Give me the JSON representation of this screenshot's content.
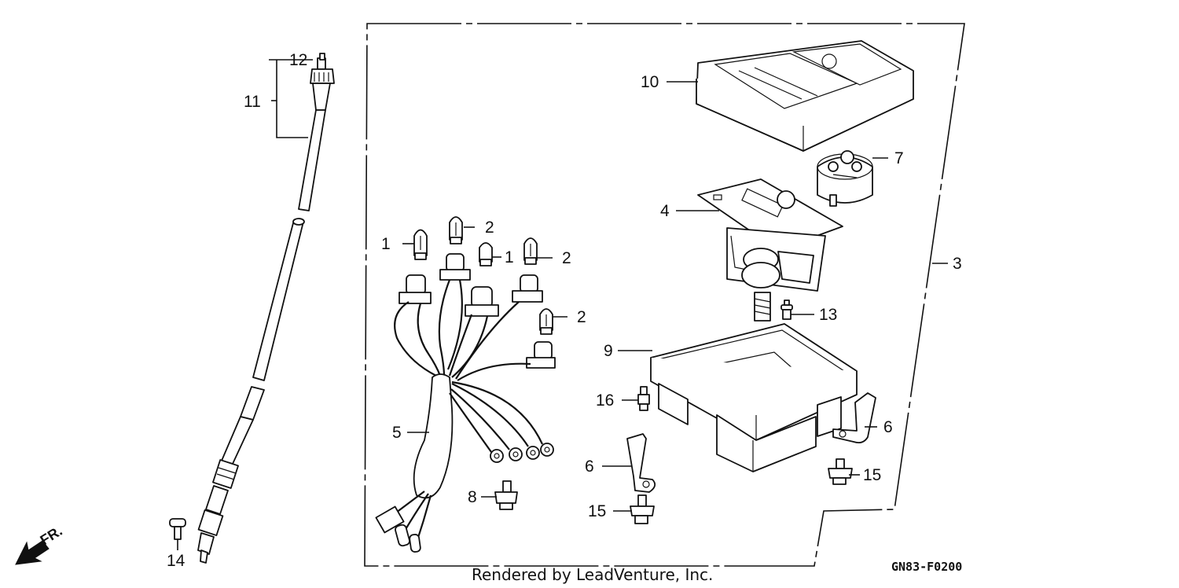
{
  "callouts": [
    {
      "id": "c12",
      "text": "12"
    },
    {
      "id": "c11",
      "text": "11"
    },
    {
      "id": "c14",
      "text": "14"
    },
    {
      "id": "c1a",
      "text": "1"
    },
    {
      "id": "c2a",
      "text": "2"
    },
    {
      "id": "c1b",
      "text": "1"
    },
    {
      "id": "c2b",
      "text": "2"
    },
    {
      "id": "c2c",
      "text": "2"
    },
    {
      "id": "c5",
      "text": "5"
    },
    {
      "id": "c8",
      "text": "8"
    },
    {
      "id": "c10",
      "text": "10"
    },
    {
      "id": "c7",
      "text": "7"
    },
    {
      "id": "c4",
      "text": "4"
    },
    {
      "id": "c3",
      "text": "3"
    },
    {
      "id": "c13",
      "text": "13"
    },
    {
      "id": "c9",
      "text": "9"
    },
    {
      "id": "c16",
      "text": "16"
    },
    {
      "id": "c6a",
      "text": "6"
    },
    {
      "id": "c6b",
      "text": "6"
    },
    {
      "id": "c15a",
      "text": "15"
    },
    {
      "id": "c15b",
      "text": "15"
    }
  ],
  "direction_label": "FR.",
  "credit": "Rendered by LeadVenture, Inc.",
  "figure_code": "GN83-F0200"
}
